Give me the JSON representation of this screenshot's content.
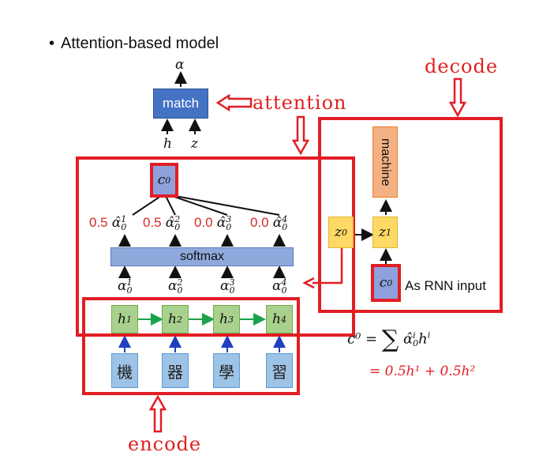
{
  "title": "Attention-based model",
  "bullet": "•",
  "labels": {
    "decode": "decode",
    "attention": "attention",
    "encode": "encode",
    "rnn_input": "As RNN input"
  },
  "top": {
    "alpha": "α",
    "match": "match",
    "h": "h",
    "z": "z"
  },
  "softmax": "softmax",
  "machine": "machine",
  "weights": [
    "0.5",
    "0.5",
    "0.0",
    "0.0"
  ],
  "hat_alpha": [
    {
      "base": "α̂",
      "sub": "0",
      "sup": "1"
    },
    {
      "base": "α̂",
      "sub": "0",
      "sup": "2"
    },
    {
      "base": "α̂",
      "sub": "0",
      "sup": "3"
    },
    {
      "base": "α̂",
      "sub": "0",
      "sup": "4"
    }
  ],
  "alpha_row": [
    {
      "base": "α",
      "sub": "0",
      "sup": "1"
    },
    {
      "base": "α",
      "sub": "0",
      "sup": "2"
    },
    {
      "base": "α",
      "sub": "0",
      "sup": "3"
    },
    {
      "base": "α",
      "sub": "0",
      "sup": "4"
    }
  ],
  "hidden": [
    {
      "base": "h",
      "sup": "1"
    },
    {
      "base": "h",
      "sup": "2"
    },
    {
      "base": "h",
      "sup": "3"
    },
    {
      "base": "h",
      "sup": "4"
    }
  ],
  "inputs": [
    "機",
    "器",
    "學",
    "習"
  ],
  "context": {
    "base": "c",
    "sup": "0"
  },
  "decoder": {
    "z0": {
      "base": "z",
      "sup": "0"
    },
    "z1": {
      "base": "z",
      "sup": "1"
    },
    "c0": {
      "base": "c",
      "sup": "0"
    }
  },
  "formula": {
    "line1_lhs": "c⁰ =",
    "line1_sum": "∑",
    "line1_rhs": "α̂",
    "line1_sup": "i",
    "line1_sub": "0",
    "line1_h": "h",
    "line1_hsup": "i",
    "line2": "= 0.5h¹ + 0.5h²"
  },
  "colors": {
    "red": "#e21d24",
    "match_blue": "#4472c4",
    "softmax_blue": "#8fa9dc",
    "purple_box": "#8fa1dd",
    "green": "#a9d18e",
    "yellow": "#ffd966",
    "orange": "#f4b183",
    "input_blue": "#9dc3e6"
  }
}
